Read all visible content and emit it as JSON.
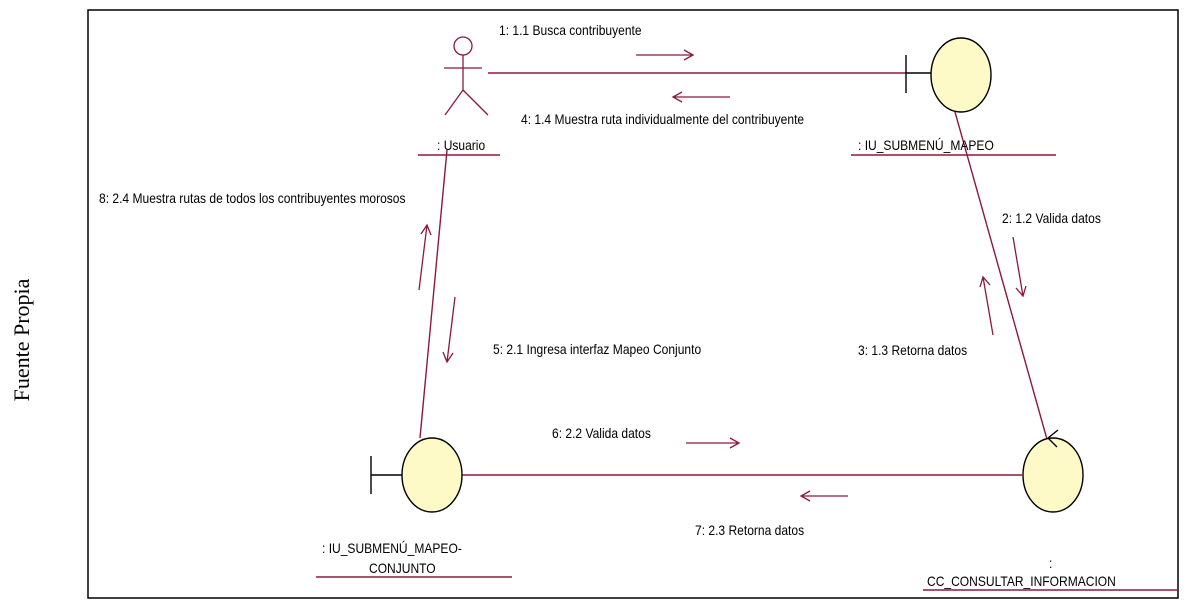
{
  "caption": "Fuente Propia",
  "objects": {
    "usuario": ": Usuario",
    "iu_submenu_mapeo": ": IU_SUBMENÚ_MAPEO",
    "iu_conjunto_line1": ": IU_SUBMENÚ_MAPEO-",
    "iu_conjunto_line2": "CONJUNTO",
    "cc_colon": ":",
    "cc_consultar": "CC_CONSULTAR_INFORMACION"
  },
  "messages": {
    "m1": "1: 1.1 Busca contribuyente",
    "m2": "2: 1.2 Valida datos",
    "m3": "3: 1.3 Retorna datos",
    "m4": "4: 1.4 Muestra ruta individualmente del contribuyente",
    "m5": "5: 2.1 Ingresa interfaz Mapeo Conjunto",
    "m6": "6: 2.2 Valida datos",
    "m7": "7: 2.3 Retorna datos",
    "m8": "8: 2.4 Muestra rutas de todos los contribuyentes morosos"
  },
  "colors": {
    "link": "#8b1a3a",
    "object_fill": "#fdfac8",
    "object_stroke": "#000000",
    "frame": "#000000"
  }
}
